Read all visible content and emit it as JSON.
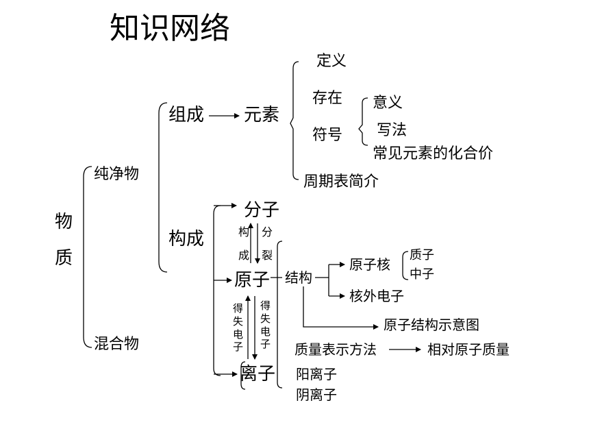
{
  "title": "知识网络",
  "root": {
    "char1": "物",
    "char2": "质"
  },
  "level1": {
    "pure": "纯净物",
    "mixture": "混合物"
  },
  "level2": {
    "composition": "组成",
    "constitution": "构成"
  },
  "element": {
    "label": "元素",
    "definition": "定义",
    "existence": "存在",
    "symbol": "符号",
    "symbol_meaning": "意义",
    "symbol_writing": "写法",
    "common_valence": "常见元素的化合价",
    "periodic_table": "周期表简介"
  },
  "particles": {
    "molecule": "分子",
    "atom": "原子",
    "ion": "离子",
    "constitute_v1": "构",
    "constitute_v2": "成",
    "split_v1": "分",
    "split_v2": "裂",
    "gain_lose_left": [
      "得",
      "失",
      "电",
      "子"
    ],
    "gain_lose_right": [
      "得",
      "失",
      "电",
      "子"
    ]
  },
  "atom": {
    "structure": "结构",
    "nucleus": "原子核",
    "proton": "质子",
    "neutron": "中子",
    "electrons": "核外电子",
    "structure_diagram": "原子结构示意图",
    "mass_method": "质量表示方法",
    "relative_mass": "相对原子质量"
  },
  "ion": {
    "cation": "阳离子",
    "anion": "阴离子"
  }
}
